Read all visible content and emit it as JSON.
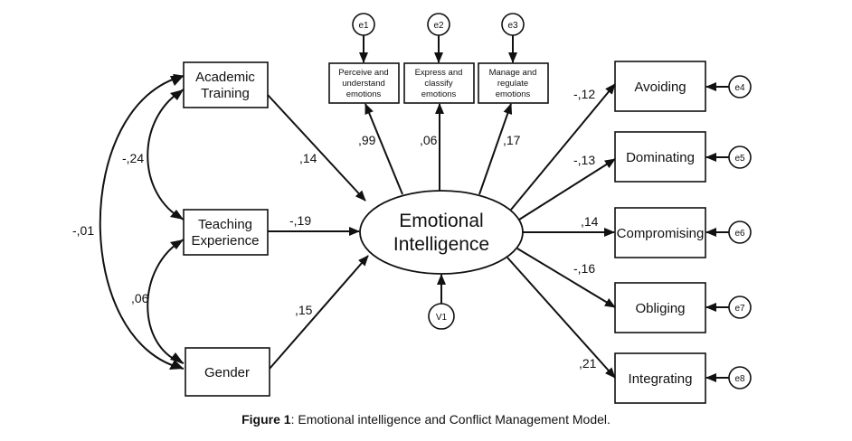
{
  "caption": {
    "label": "Figure 1",
    "text": ": Emotional intelligence and Conflict Management Model."
  },
  "nodes": {
    "academic_training": [
      "Academic",
      "Training"
    ],
    "teaching_experience": [
      "Teaching",
      "Experience"
    ],
    "gender": "Gender",
    "emotional_intelligence": [
      "Emotional",
      "Intelligence"
    ],
    "perceive": [
      "Perceive and",
      "understand",
      "emotions"
    ],
    "express": [
      "Express and",
      "classify",
      "emotions"
    ],
    "manage": [
      "Manage and",
      "regulate",
      "emotions"
    ],
    "avoiding": "Avoiding",
    "dominating": "Dominating",
    "compromising": "Compromising",
    "obliging": "Obliging",
    "integrating": "Integrating"
  },
  "errors": {
    "e1": "e1",
    "e2": "e2",
    "e3": "e3",
    "e4": "e4",
    "e5": "e5",
    "e6": "e6",
    "e7": "e7",
    "e8": "e8",
    "v1": "V1"
  },
  "coefficients": {
    "academic_to_ei": ",14",
    "teaching_to_ei": "-,19",
    "gender_to_ei": ",15",
    "ei_to_perceive": ",99",
    "ei_to_express": ",06",
    "ei_to_manage": ",17",
    "ei_to_avoiding": "-,12",
    "ei_to_dominating": "-,13",
    "ei_to_compromising": ",14",
    "ei_to_obliging": "-,16",
    "ei_to_integrating": ",21",
    "cov_academic_teaching": "-,24",
    "cov_teaching_gender": ",06",
    "cov_academic_gender": "-,01"
  }
}
